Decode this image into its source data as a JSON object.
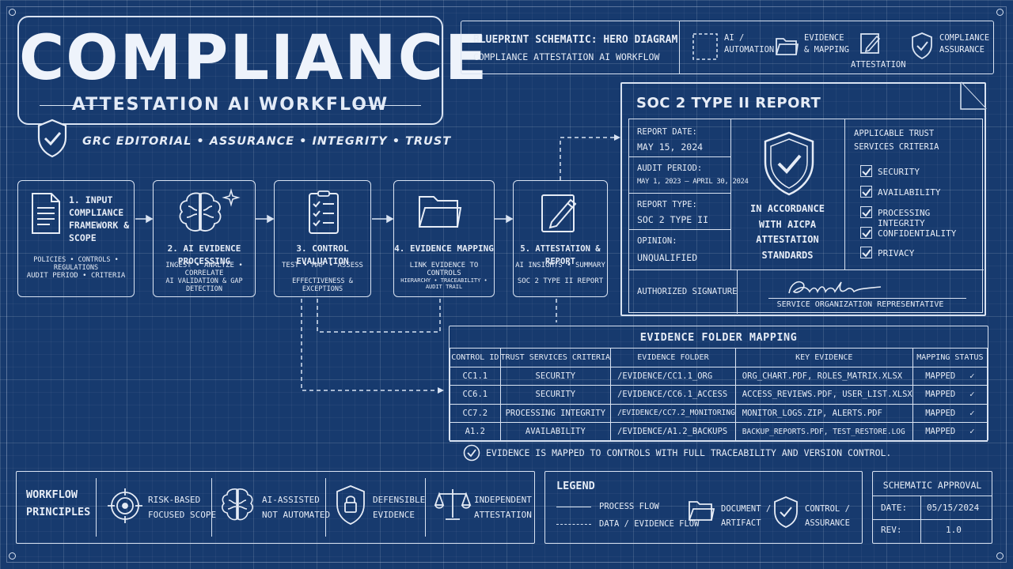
{
  "title": {
    "main": "COMPLIANCE",
    "sub": "ATTESTATION AI WORKFLOW",
    "tagline": "GRC EDITORIAL • ASSURANCE • INTEGRITY • TRUST"
  },
  "header": {
    "title": "BLUEPRINT SCHEMATIC: HERO DIAGRAM",
    "subtitle": "COMPLIANCE ATTESTATION AI WORKFLOW",
    "legend_items": [
      {
        "line1": "AI /",
        "line2": "AUTOMATION",
        "icon": "dashed-box-icon"
      },
      {
        "line1": "EVIDENCE",
        "line2": "& MAPPING",
        "icon": "folder-icon"
      },
      {
        "line1": "ATTESTATION",
        "line2": "",
        "icon": "pen-doc-icon"
      },
      {
        "line1": "COMPLIANCE",
        "line2": "ASSURANCE",
        "icon": "shield-check-icon"
      }
    ]
  },
  "steps": [
    {
      "title": [
        "1. INPUT",
        "COMPLIANCE",
        "FRAMEWORK &",
        "SCOPE"
      ],
      "lines": [
        "POLICIES • CONTROLS • REGULATIONS",
        "AUDIT PERIOD • CRITERIA"
      ],
      "icon": "document-icon"
    },
    {
      "title": [
        "2. AI EVIDENCE PROCESSING"
      ],
      "lines": [
        "INGEST • ANALYZE • CORRELATE",
        "AI VALIDATION & GAP DETECTION"
      ],
      "icon": "ai-brain-icon"
    },
    {
      "title": [
        "3. CONTROL EVALUATION"
      ],
      "lines": [
        "TEST • MAP • ASSESS",
        "EFFECTIVENESS & EXCEPTIONS"
      ],
      "icon": "checklist-icon"
    },
    {
      "title": [
        "4. EVIDENCE MAPPING"
      ],
      "lines": [
        "LINK EVIDENCE TO CONTROLS",
        "HIERARCHY • TRACEABILITY • AUDIT TRAIL"
      ],
      "icon": "folder-icon"
    },
    {
      "title": [
        "5. ATTESTATION & REPORT"
      ],
      "lines": [
        "AI INSIGHTS • SUMMARY",
        "SOC 2 TYPE II REPORT"
      ],
      "icon": "pen-doc-icon"
    }
  ],
  "report": {
    "title": "SOC 2 TYPE II REPORT",
    "fields": [
      {
        "label": "REPORT DATE:",
        "value": "MAY 15, 2024"
      },
      {
        "label": "AUDIT PERIOD:",
        "value": "MAY 1, 2023 – APRIL 30, 2024"
      },
      {
        "label": "REPORT TYPE:",
        "value": "SOC 2 TYPE II"
      },
      {
        "label": "OPINION:",
        "value": "UNQUALIFIED"
      }
    ],
    "seal_text": [
      "IN ACCORDANCE",
      "WITH AICPA",
      "ATTESTATION",
      "STANDARDS"
    ],
    "criteria_title": [
      "APPLICABLE TRUST",
      "SERVICES CRITERIA"
    ],
    "criteria": [
      "SECURITY",
      "AVAILABILITY",
      "PROCESSING INTEGRITY",
      "CONFIDENTIALITY",
      "PRIVACY"
    ],
    "signature_label": "AUTHORIZED SIGNATURE",
    "signature_caption": "SERVICE ORGANIZATION REPRESENTATIVE"
  },
  "evidence": {
    "title": "EVIDENCE FOLDER MAPPING",
    "columns": [
      "CONTROL ID",
      "TRUST SERVICES CRITERIA",
      "EVIDENCE FOLDER",
      "KEY EVIDENCE",
      "MAPPING STATUS"
    ],
    "rows": [
      [
        "CC1.1",
        "SECURITY",
        "/EVIDENCE/CC1.1_ORG",
        "ORG_CHART.PDF, ROLES_MATRIX.XLSX",
        "MAPPED"
      ],
      [
        "CC6.1",
        "SECURITY",
        "/EVIDENCE/CC6.1_ACCESS",
        "ACCESS_REVIEWS.PDF, USER_LIST.XLSX",
        "MAPPED"
      ],
      [
        "CC7.2",
        "PROCESSING INTEGRITY",
        "/EVIDENCE/CC7.2_MONITORING",
        "MONITOR_LOGS.ZIP, ALERTS.PDF",
        "MAPPED"
      ],
      [
        "A1.2",
        "AVAILABILITY",
        "/EVIDENCE/A1.2_BACKUPS",
        "BACKUP_REPORTS.PDF, TEST_RESTORE.LOG",
        "MAPPED"
      ]
    ],
    "note": "EVIDENCE IS MAPPED TO CONTROLS WITH FULL TRACEABILITY AND VERSION CONTROL."
  },
  "principles": {
    "title": [
      "WORKFLOW",
      "PRINCIPLES"
    ],
    "items": [
      {
        "line1": "RISK-BASED",
        "line2": "FOCUSED SCOPE",
        "icon": "target-icon"
      },
      {
        "line1": "AI-ASSISTED",
        "line2": "NOT AUTOMATED",
        "icon": "ai-brain-icon"
      },
      {
        "line1": "DEFENSIBLE",
        "line2": "EVIDENCE",
        "icon": "shield-lock-icon"
      },
      {
        "line1": "INDEPENDENT",
        "line2": "ATTESTATION",
        "icon": "scales-icon"
      }
    ]
  },
  "legend": {
    "title": "LEGEND",
    "process_flow": "PROCESS FLOW",
    "data_flow": "DATA / EVIDENCE FLOW",
    "doc_line1": "DOCUMENT /",
    "doc_line2": "ARTIFACT",
    "ctrl_line1": "CONTROL /",
    "ctrl_line2": "ASSURANCE"
  },
  "approval": {
    "title": "SCHEMATIC APPROVAL",
    "date_label": "DATE:",
    "date_value": "05/15/2024",
    "rev_label": "REV:",
    "rev_value": "1.0"
  },
  "colors": {
    "background": "#173a6e",
    "line": "#d9e3f2"
  }
}
